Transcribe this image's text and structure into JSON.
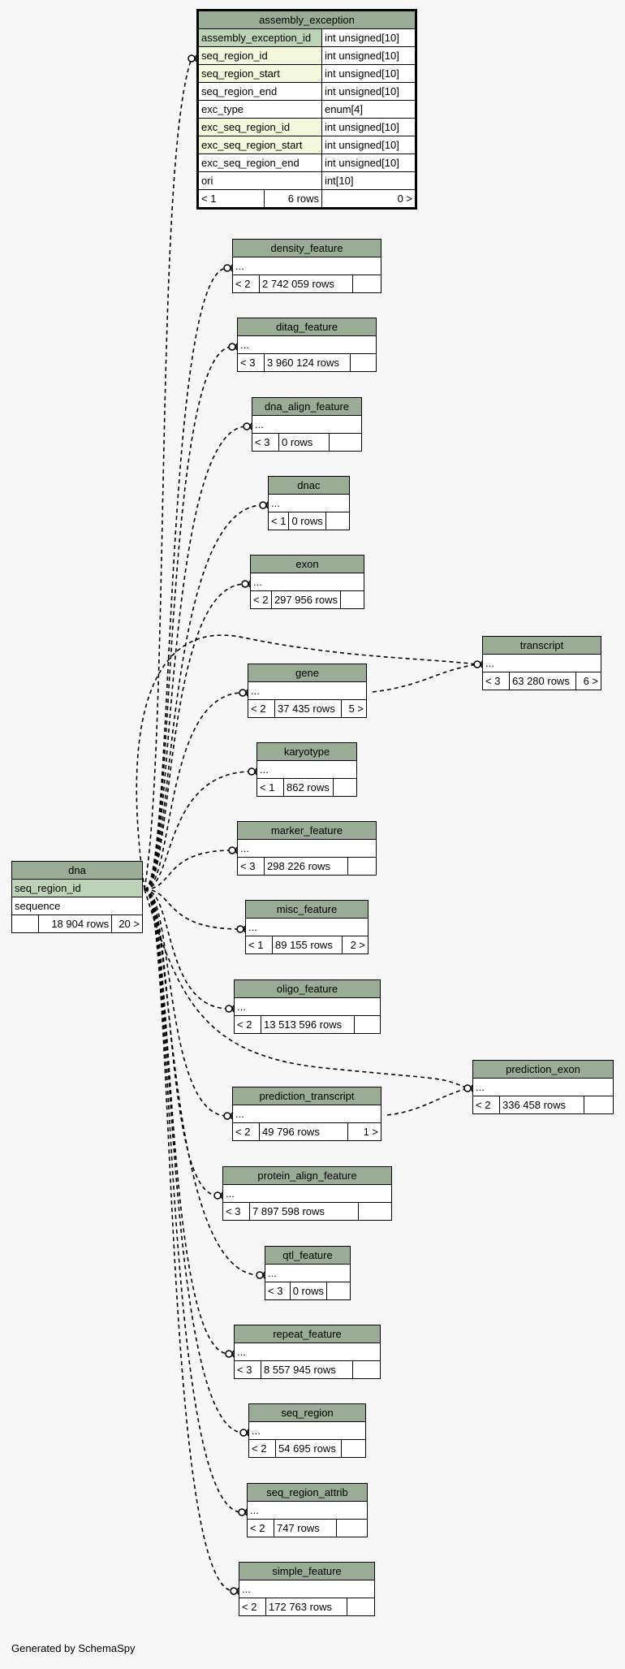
{
  "footer": "Generated by SchemaSpy",
  "colors": {
    "background": "#f7f7f7",
    "header": "#9aab96",
    "primary_key": "#bdd3b6",
    "foreign_key": "#f3f8dc"
  },
  "assembly_exception": {
    "name": "assembly_exception",
    "columns": [
      {
        "name": "assembly_exception_id",
        "type": "int unsigned[10]"
      },
      {
        "name": "seq_region_id",
        "type": "int unsigned[10]"
      },
      {
        "name": "seq_region_start",
        "type": "int unsigned[10]"
      },
      {
        "name": "seq_region_end",
        "type": "int unsigned[10]"
      },
      {
        "name": "exc_type",
        "type": "enum[4]"
      },
      {
        "name": "exc_seq_region_id",
        "type": "int unsigned[10]"
      },
      {
        "name": "exc_seq_region_start",
        "type": "int unsigned[10]"
      },
      {
        "name": "exc_seq_region_end",
        "type": "int unsigned[10]"
      },
      {
        "name": "ori",
        "type": "int[10]"
      }
    ],
    "parents": "< 1",
    "rows": "6 rows",
    "children": "0 >"
  },
  "dna": {
    "name": "dna",
    "columns": [
      "seq_region_id",
      "sequence"
    ],
    "parents": "",
    "rows": "18 904 rows",
    "children": "20 >"
  },
  "tables": [
    {
      "name": "density_feature",
      "body": "...",
      "parents": "< 2",
      "rows": "2 742 059 rows",
      "children": ""
    },
    {
      "name": "ditag_feature",
      "body": "...",
      "parents": "< 3",
      "rows": "3 960 124 rows",
      "children": ""
    },
    {
      "name": "dna_align_feature",
      "body": "...",
      "parents": "< 3",
      "rows": "0 rows",
      "children": ""
    },
    {
      "name": "dnac",
      "body": "...",
      "parents": "< 1",
      "rows": "0 rows",
      "children": ""
    },
    {
      "name": "exon",
      "body": "...",
      "parents": "< 2",
      "rows": "297 956 rows",
      "children": ""
    },
    {
      "name": "transcript",
      "body": "...",
      "parents": "< 3",
      "rows": "63 280 rows",
      "children": "6 >"
    },
    {
      "name": "gene",
      "body": "...",
      "parents": "< 2",
      "rows": "37 435 rows",
      "children": "5 >"
    },
    {
      "name": "karyotype",
      "body": "...",
      "parents": "< 1",
      "rows": "862 rows",
      "children": ""
    },
    {
      "name": "marker_feature",
      "body": "...",
      "parents": "< 3",
      "rows": "298 226 rows",
      "children": ""
    },
    {
      "name": "misc_feature",
      "body": "...",
      "parents": "< 1",
      "rows": "89 155 rows",
      "children": "2 >"
    },
    {
      "name": "oligo_feature",
      "body": "...",
      "parents": "< 2",
      "rows": "13 513 596 rows",
      "children": ""
    },
    {
      "name": "prediction_exon",
      "body": "...",
      "parents": "< 2",
      "rows": "336 458 rows",
      "children": ""
    },
    {
      "name": "prediction_transcript",
      "body": "...",
      "parents": "< 2",
      "rows": "49 796 rows",
      "children": "1 >"
    },
    {
      "name": "protein_align_feature",
      "body": "...",
      "parents": "< 3",
      "rows": "7 897 598 rows",
      "children": ""
    },
    {
      "name": "qtl_feature",
      "body": "...",
      "parents": "< 3",
      "rows": "0 rows",
      "children": ""
    },
    {
      "name": "repeat_feature",
      "body": "...",
      "parents": "< 3",
      "rows": "8 557 945 rows",
      "children": ""
    },
    {
      "name": "seq_region",
      "body": "...",
      "parents": "< 2",
      "rows": "54 695 rows",
      "children": ""
    },
    {
      "name": "seq_region_attrib",
      "body": "...",
      "parents": "< 2",
      "rows": "747 rows",
      "children": ""
    },
    {
      "name": "simple_feature",
      "body": "...",
      "parents": "< 2",
      "rows": "172 763 rows",
      "children": ""
    }
  ]
}
